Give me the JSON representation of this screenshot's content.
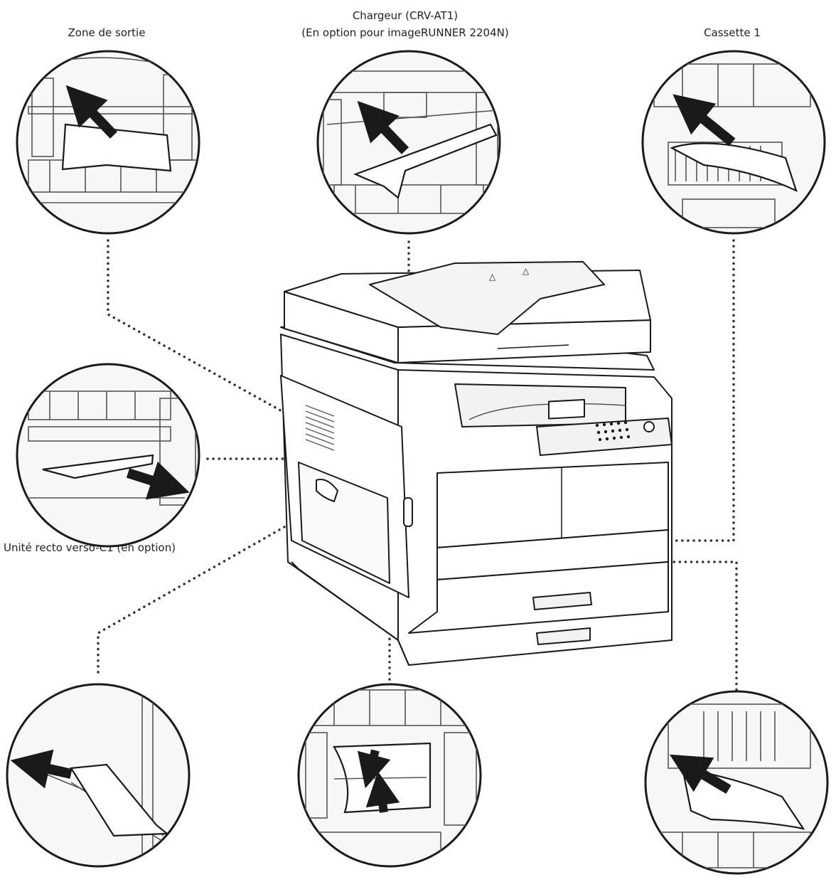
{
  "labels": {
    "exit_zone": "Zone de sortie",
    "feeder_line1": "Chargeur (CRV-AT1)",
    "feeder_line2": "(En option pour imageRUNNER 2204N)",
    "cassette1": "Cassette 1",
    "duplex": "Unité recto verso-C1 (en option)"
  },
  "colors": {
    "stroke": "#1a1a1a",
    "detail": "#555555",
    "paper": "#ffffff",
    "leader": "#333333",
    "circle_fill": "#f7f7f7"
  }
}
